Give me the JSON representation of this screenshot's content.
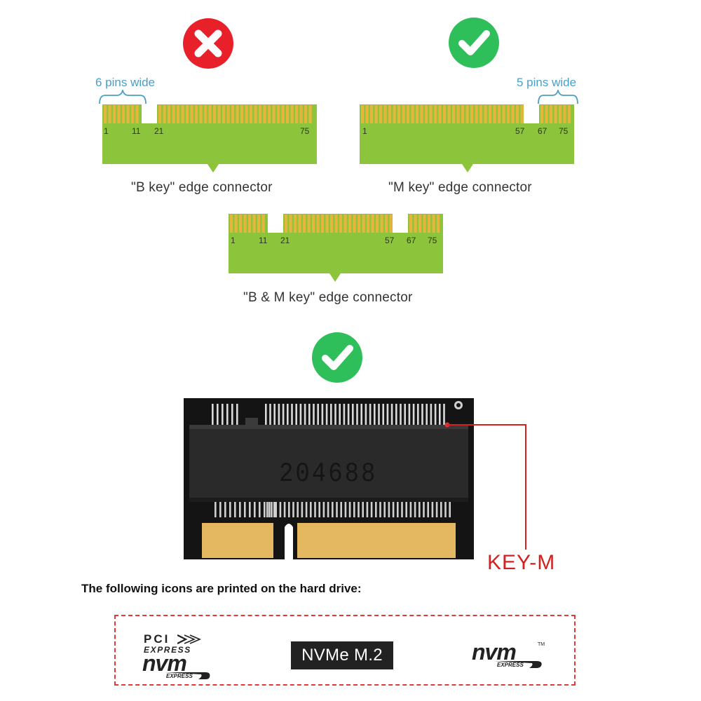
{
  "badges": {
    "b_key": "x-mark-icon",
    "m_key": "check-mark-icon",
    "adapter": "check-mark-icon",
    "colors": {
      "bad": "#e8202a",
      "good": "#2fbf5a"
    }
  },
  "b_key": {
    "width_label": "6 pins wide",
    "pins": [
      "1",
      "11",
      "21",
      "75"
    ],
    "caption": "\"B key\" edge connector"
  },
  "m_key": {
    "width_label": "5 pins wide",
    "pins": [
      "1",
      "57",
      "67",
      "75"
    ],
    "caption": "\"M key\" edge connector"
  },
  "bm_key": {
    "pins": [
      "1",
      "11",
      "21",
      "57",
      "67",
      "75"
    ],
    "caption": "\"B & M key\" edge connector"
  },
  "adapter": {
    "chip_text": "204688",
    "callout": "KEY-M",
    "callout_color": "#d42020"
  },
  "note": "The following icons are printed on the hard drive:",
  "logos": {
    "pci_top": "PCI",
    "pci_express": "EXPRESS",
    "nvm_word": "nvm",
    "nvm_express": "EXPRESS",
    "nvme_m2": "NVMe M.2",
    "nvm2_word": "nvm",
    "nvm2_express": "EXPRESS",
    "tm": "TM"
  },
  "colors": {
    "pcb": "#8cc43c",
    "gold": "#e6b63c",
    "dimension": "#4a9fc8",
    "dash": "#e03a3a"
  }
}
